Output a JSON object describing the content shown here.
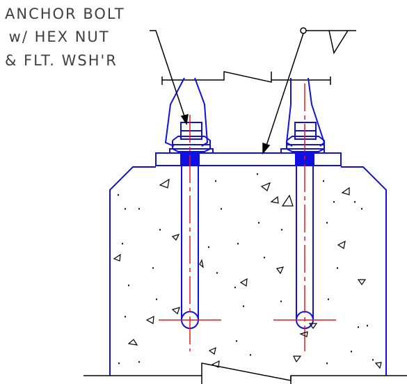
{
  "callout": {
    "line1": "ANCHOR BOLT",
    "line2": " w/ HEX NUT",
    "line3": "& FLT. WSH'R"
  },
  "colors": {
    "steel": "#1010e0",
    "centerline": "#e81818",
    "annotation": "#000000",
    "callout_text": "#404040",
    "background": "#ffffff"
  }
}
